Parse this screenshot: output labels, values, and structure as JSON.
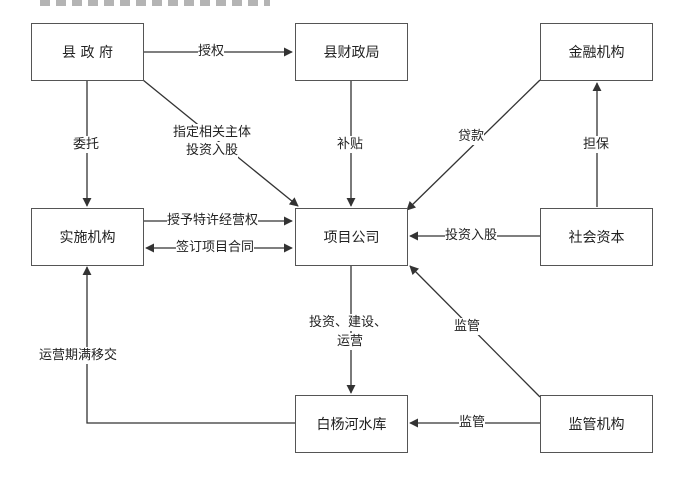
{
  "nodes": {
    "county_gov": "县 政 府",
    "finance_bureau": "县财政局",
    "financial_institution": "金融机构",
    "implementing_agency": "实施机构",
    "project_company": "项目公司",
    "social_capital": "社会资本",
    "reservoir": "白杨河水库",
    "regulator": "监管机构"
  },
  "edges": {
    "authorize": "授权",
    "entrust": "委托",
    "designate_line1": "指定相关主体",
    "designate_line2": "投资入股",
    "subsidy": "补贴",
    "loan": "贷款",
    "guarantee": "担保",
    "franchise": "授予特许经营权",
    "sign_contract": "签订项目合同",
    "social_invest": "投资入股",
    "build_line1": "投资、建设、",
    "build_line2": "运营",
    "supervise_company": "监管",
    "supervise_reservoir": "监管",
    "transfer": "运营期满移交"
  }
}
